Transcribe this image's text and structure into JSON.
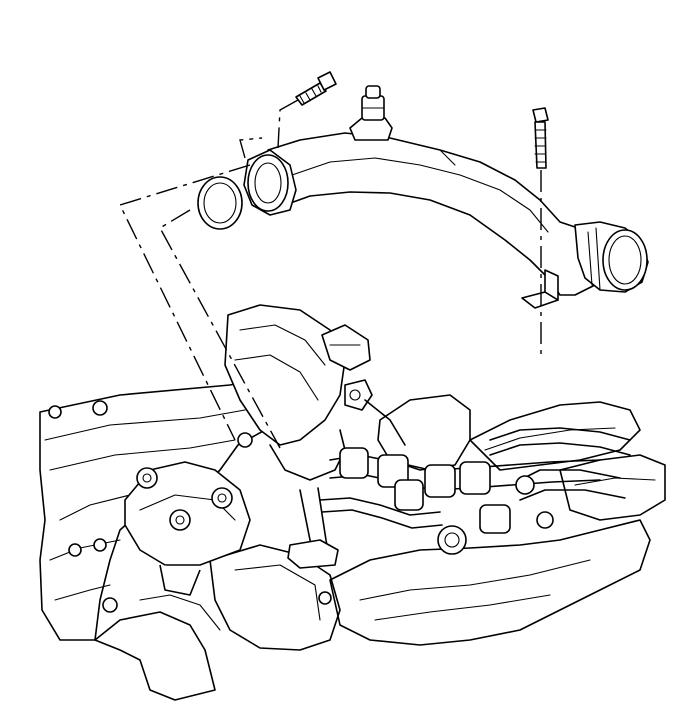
{
  "figure": {
    "caption": "",
    "background": "#ffffff",
    "line_color": "#000000",
    "components": [
      {
        "id": "coolant-outlet-pipe",
        "icon": "pipe"
      },
      {
        "id": "pipe-inlet-o-ring",
        "icon": "o-ring"
      },
      {
        "id": "pipe-mounting-bolt-left",
        "icon": "bolt"
      },
      {
        "id": "pipe-mounting-bolt-right",
        "icon": "bolt"
      },
      {
        "id": "coolant-temperature-sensor",
        "icon": "sensor"
      },
      {
        "id": "pipe-mounting-bracket",
        "icon": "bracket"
      },
      {
        "id": "engine-intake-manifold",
        "icon": "engine"
      },
      {
        "id": "fuel-rail-and-lines",
        "icon": "tubing"
      }
    ]
  }
}
